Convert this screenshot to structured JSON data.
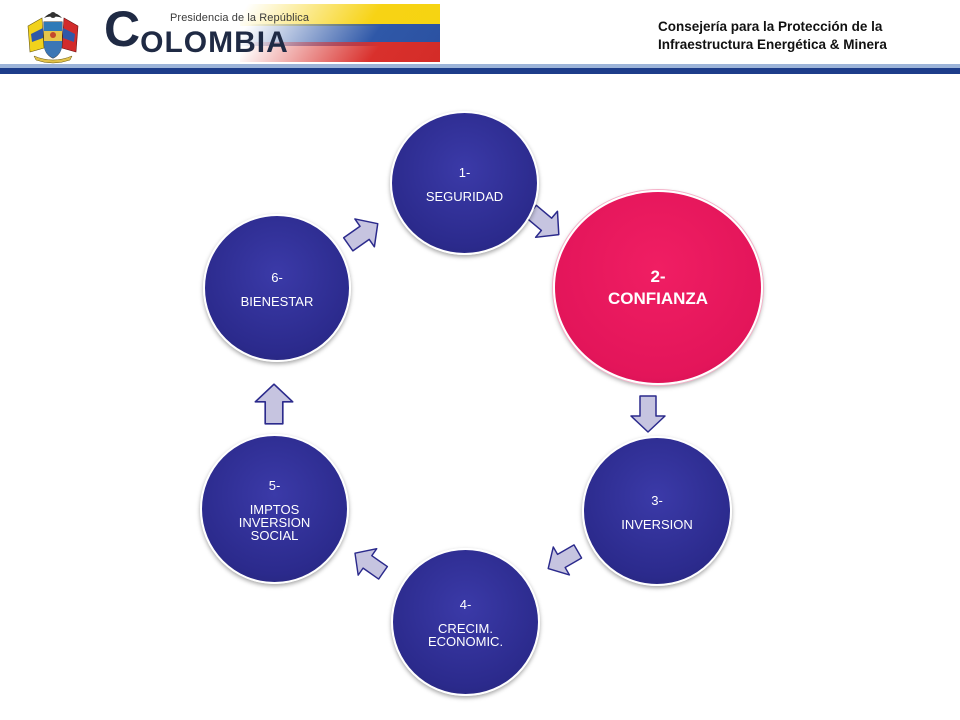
{
  "header": {
    "logo_subtitle": "Presidencia de la República",
    "logo_big_letter": "C",
    "logo_rest": "OLOMBIA",
    "agency_line1": "Consejería para la Protección de la",
    "agency_line2": "Infraestructura Energética & Minera"
  },
  "colors": {
    "node_blue": "#2b2a8c",
    "node_highlight": "#e3155a",
    "arrow_fill": "#c6c4e0",
    "arrow_stroke": "#2b2a8c",
    "header_rule": "#1d3d8a"
  },
  "cycle": {
    "nodes": [
      {
        "id": "n1",
        "number": "1-",
        "label": "SEGURIDAD",
        "highlighted": false
      },
      {
        "id": "n2",
        "number": "2-",
        "label": "CONFIANZA",
        "highlighted": true
      },
      {
        "id": "n3",
        "number": "3-",
        "label": "INVERSION",
        "highlighted": false
      },
      {
        "id": "n4",
        "number": "4-",
        "label": "CRECIM. ECONOMIC.",
        "highlighted": false
      },
      {
        "id": "n5",
        "number": "5-",
        "label": "IMPTOS INVERSION SOCIAL",
        "highlighted": false
      },
      {
        "id": "n6",
        "number": "6-",
        "label": "BIENESTAR",
        "highlighted": false
      }
    ]
  }
}
